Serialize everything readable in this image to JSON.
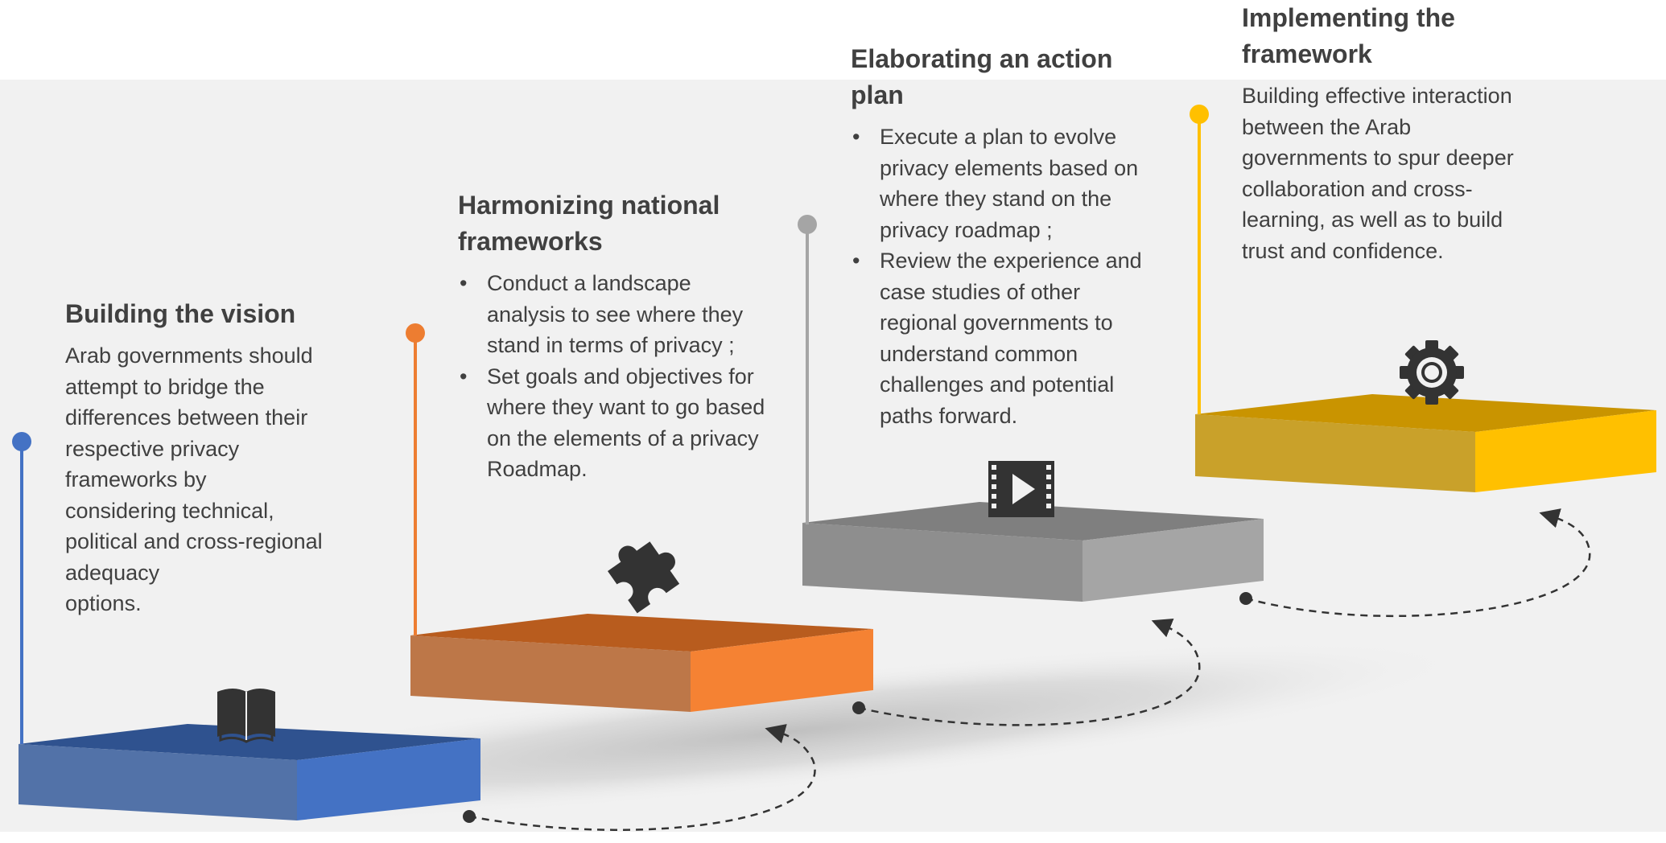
{
  "steps": [
    {
      "title": "Building the vision",
      "body": [
        "Arab governments should",
        "attempt to bridge the",
        "differences between their",
        "respective privacy",
        "frameworks by",
        "considering technical,",
        "political and cross-regional",
        "adequacy",
        "options."
      ],
      "icon": "book-icon",
      "color": "#4472c4"
    },
    {
      "title": "Harmonizing national frameworks",
      "bullets": [
        "Conduct a landscape analysis to see where they stand in terms of privacy ;",
        "Set goals and objectives for where they want to go based on the elements of a privacy Roadmap."
      ],
      "icon": "puzzle-icon",
      "color": "#ed7d31"
    },
    {
      "title": "Elaborating an action plan",
      "bullets": [
        "Execute a plan to evolve privacy elements based on where they stand on the privacy roadmap ;",
        "Review the experience and case studies of other regional governments to understand common challenges and potential paths forward."
      ],
      "icon": "video-play-icon",
      "color": "#a5a5a5"
    },
    {
      "title": "Implementing the framework",
      "body": [
        "Building effective interaction",
        "between the Arab",
        "governments to spur deeper",
        "collaboration and cross-",
        "learning, as well as to build",
        "trust and confidence."
      ],
      "icon": "gear-icon",
      "color": "#ffc000"
    }
  ]
}
